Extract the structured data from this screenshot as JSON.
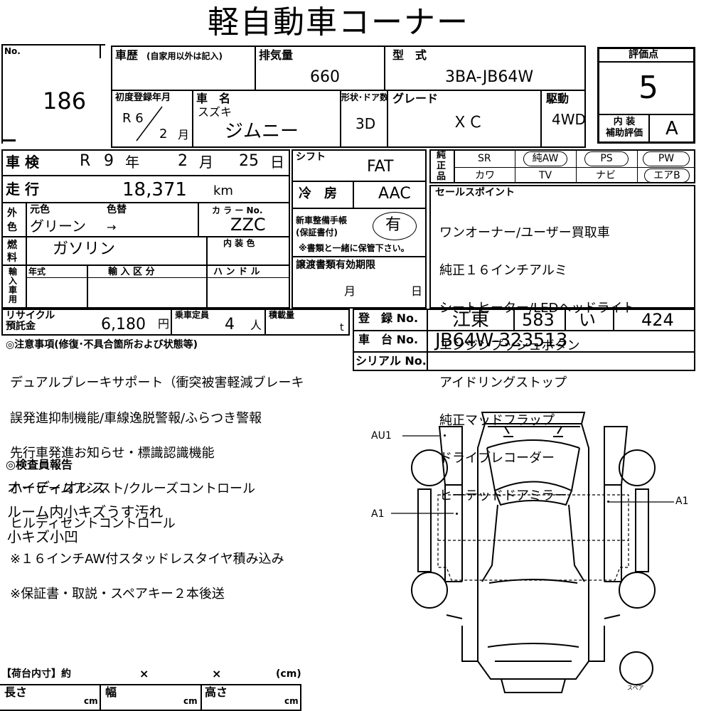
{
  "title": "軽自動車コーナー",
  "lot": {
    "label": "No.",
    "number": "186"
  },
  "history": {
    "label": "車歴",
    "note": "(自家用以外は記入)"
  },
  "displacement": {
    "label": "排気量",
    "value": "660"
  },
  "model": {
    "label": "型　式",
    "value": "3BA-JB64W"
  },
  "rating": {
    "label": "評価点",
    "value": "5",
    "interior_label": "内 装\n補助評価",
    "interior_value": "A"
  },
  "first_reg": {
    "label": "初度登録年月",
    "era_year": "R 6",
    "month": "2",
    "month_unit": "月"
  },
  "car_name": {
    "label": "車　名",
    "maker": "スズキ",
    "name": "ジムニー"
  },
  "body": {
    "label": "形状･ドア数",
    "value": "3D"
  },
  "grade": {
    "label": "グレード",
    "value": "ＸＣ"
  },
  "drive": {
    "label": "駆動",
    "value": "4WD"
  },
  "inspection": {
    "label": "車 検",
    "era": "R",
    "year": "9",
    "year_unit": "年",
    "month": "2",
    "month_unit": "月",
    "day": "25",
    "day_unit": "日"
  },
  "mileage": {
    "label": "走 行",
    "value": "18,371",
    "unit": "km"
  },
  "shift": {
    "label": "シフト",
    "value": "FAT"
  },
  "ac": {
    "label": "冷　房",
    "value": "AAC"
  },
  "color": {
    "outer_label": "外\n色",
    "original_label": "元色",
    "change_label": "色替",
    "original": "グリーン",
    "arrow": "→",
    "code_label": "カ ラ ー No.",
    "code": "ZZC",
    "interior_label": "内 装 色"
  },
  "fuel": {
    "label": "燃\n料",
    "value": "ガソリン"
  },
  "warranty": {
    "label": "新車整備手帳\n(保証書付)",
    "value": "有",
    "note": "※書類と一緒に保管下さい。"
  },
  "import": {
    "label": "輸\n入\n車\n用",
    "year_label": "年式",
    "type_label": "輸 入 区 分",
    "handle_label": "ハ ン ド ル"
  },
  "transfer": {
    "label": "譲渡書類有効期限",
    "month_unit": "月",
    "day_unit": "日"
  },
  "equipment": {
    "label": "純\n正\n品",
    "row1": [
      "SR",
      "純AW",
      "PS",
      "PW"
    ],
    "row2": [
      "カワ",
      "TV",
      "ナビ",
      "エアB"
    ],
    "circled": [
      "純AW",
      "PS",
      "PW",
      "エアB"
    ]
  },
  "sales_points": {
    "label": "セールスポイント",
    "items": [
      "ワンオーナー/ユーザー買取車",
      "純正１６インチアルミ",
      "シートヒーター/LEDヘッドライト",
      "エンジンプッシュボタン",
      "アイドリングストップ",
      "純正マッドフラップ",
      "ドライブレコーダー",
      "ヒーテッドドアミラー"
    ]
  },
  "recycle": {
    "label": "リサイクル\n預託金",
    "value": "6,180",
    "unit": "円"
  },
  "capacity": {
    "label": "乗車定員",
    "value": "4",
    "unit": "人"
  },
  "load": {
    "label": "積載量",
    "unit": "t"
  },
  "registration": {
    "label": "登　録 No.",
    "area": "江東",
    "class": "583",
    "kana": "い",
    "number": "424"
  },
  "chassis": {
    "label": "車　台 No.",
    "value": "JB64W-323513"
  },
  "serial": {
    "label": "シリアル No.",
    "value": ""
  },
  "notes": {
    "label": "◎注意事項(修復･不具合箇所および状態等)",
    "lines": [
      "デュアルブレーキサポート（衝突被害軽減ブレーキ",
      "誤発進抑制機能/車線逸脱警報/ふらつき警報",
      "先行車発進お知らせ・標識認識機能",
      "ハイビームアシスト/クルーズコントロール",
      "ヒルディセントコントロール",
      "※１６インチAW付スタッドレスタイヤ積み込み",
      "※保証書・取説・スペアキー２本後送"
    ]
  },
  "inspector": {
    "label": "◎検査員報告",
    "lines": [
      "オーディオレス",
      "ルーム内小キズうす汚れ",
      "小キズ小凹"
    ]
  },
  "diagram": {
    "marks": [
      "AU1",
      "A1",
      "A1"
    ],
    "spare": "スペア"
  },
  "cargo": {
    "label": "【荷台内寸】約",
    "x1": "×",
    "x2": "×",
    "unit": "(cm)",
    "length": "長さ",
    "width": "幅",
    "height": "高さ",
    "cm": "cm"
  }
}
